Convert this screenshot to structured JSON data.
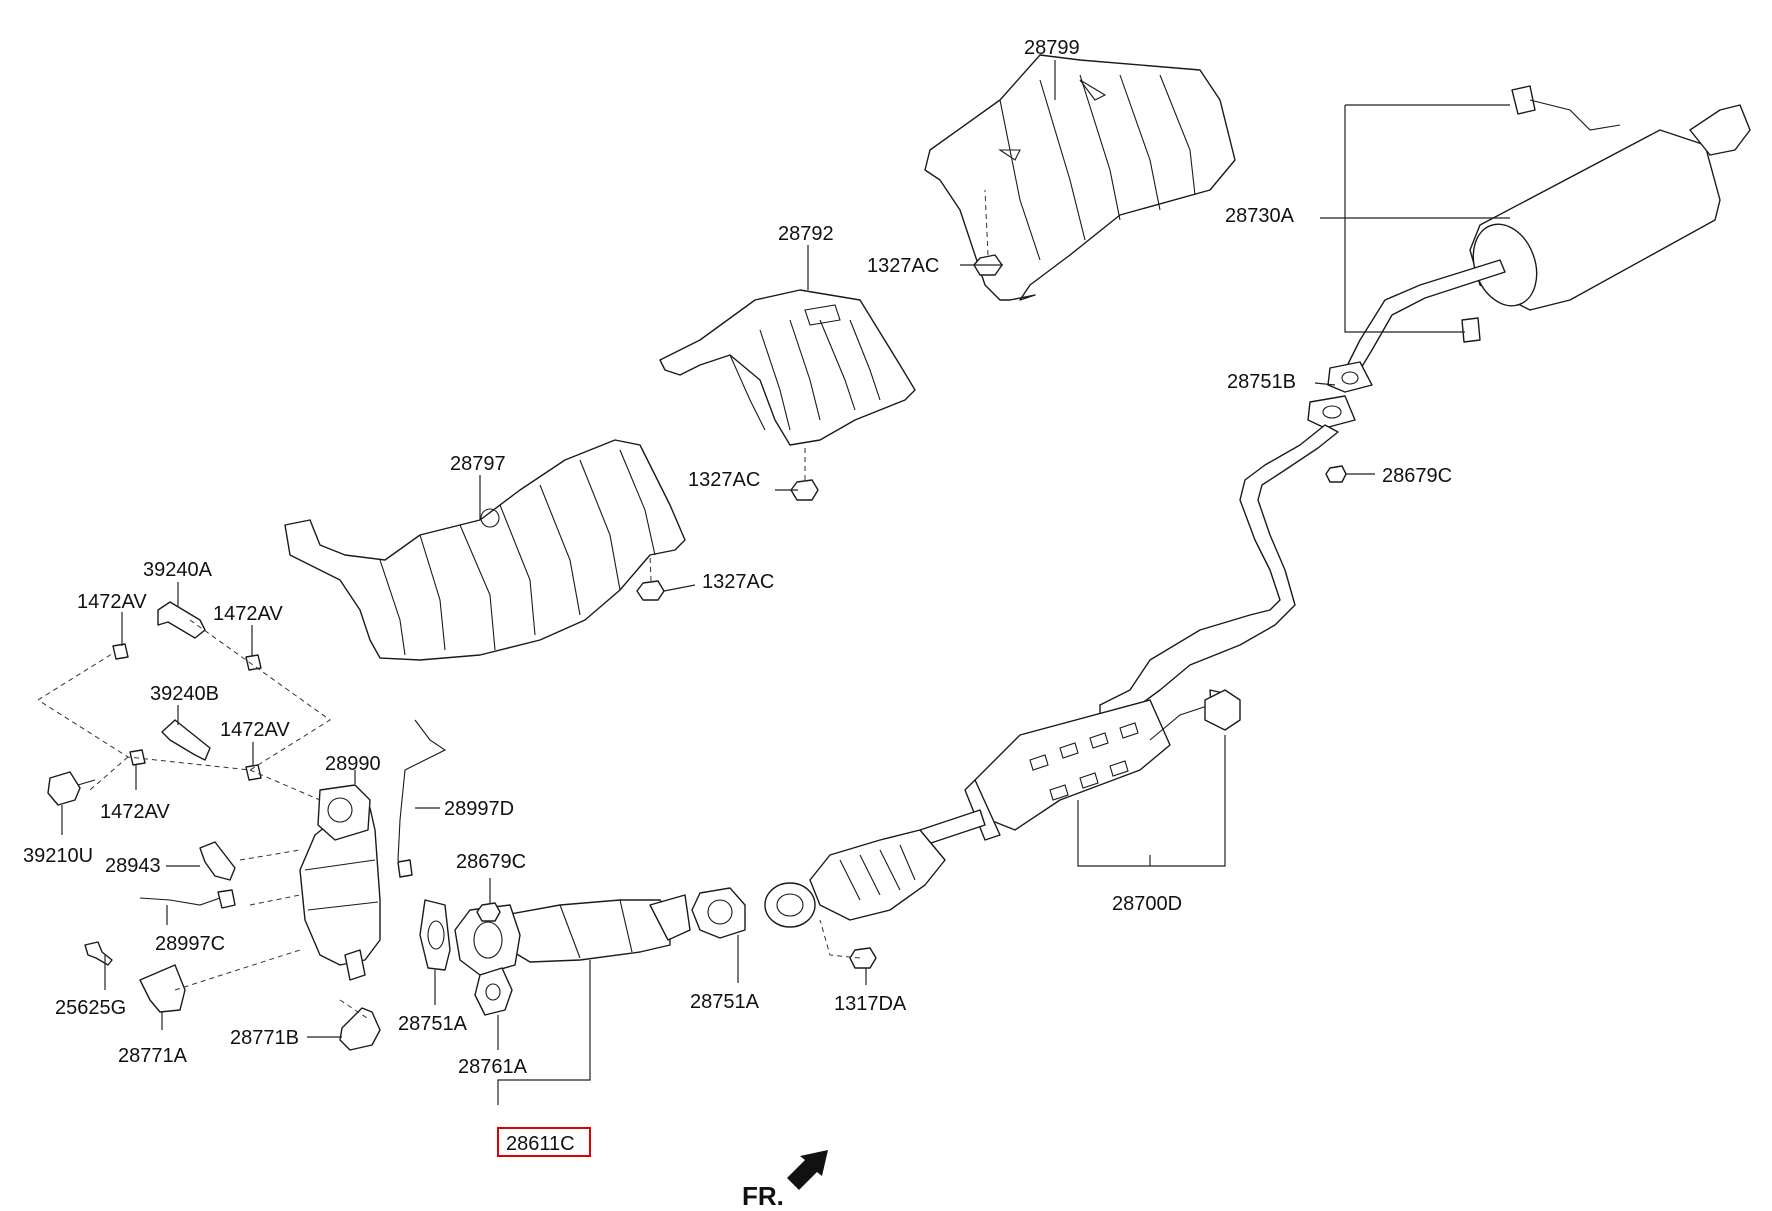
{
  "labels": {
    "p28799": "28799",
    "p28792": "28792",
    "p28797": "28797",
    "p1327ac_a": "1327AC",
    "p1327ac_b": "1327AC",
    "p1327ac_c": "1327AC",
    "p28730a": "28730A",
    "p28751b": "28751B",
    "p28679c_a": "28679C",
    "p39240a": "39240A",
    "p1472av_a": "1472AV",
    "p1472av_b": "1472AV",
    "p39240b": "39240B",
    "p1472av_c": "1472AV",
    "p1472av_d": "1472AV",
    "p39210u": "39210U",
    "p28990": "28990",
    "p28997d": "28997D",
    "p28943": "28943",
    "p28997c": "28997C",
    "p28679c_b": "28679C",
    "p25625g": "25625G",
    "p28771a": "28771A",
    "p28771b": "28771B",
    "p28751a_a": "28751A",
    "p28761a": "28761A",
    "p28611c": "28611C",
    "p28751a_b": "28751A",
    "p1317da": "1317DA",
    "p28700d": "28700D",
    "fr": "FR."
  },
  "highlighted_part": "28611C",
  "colors": {
    "highlight": "#e00000",
    "line": "#1a1a1a"
  }
}
